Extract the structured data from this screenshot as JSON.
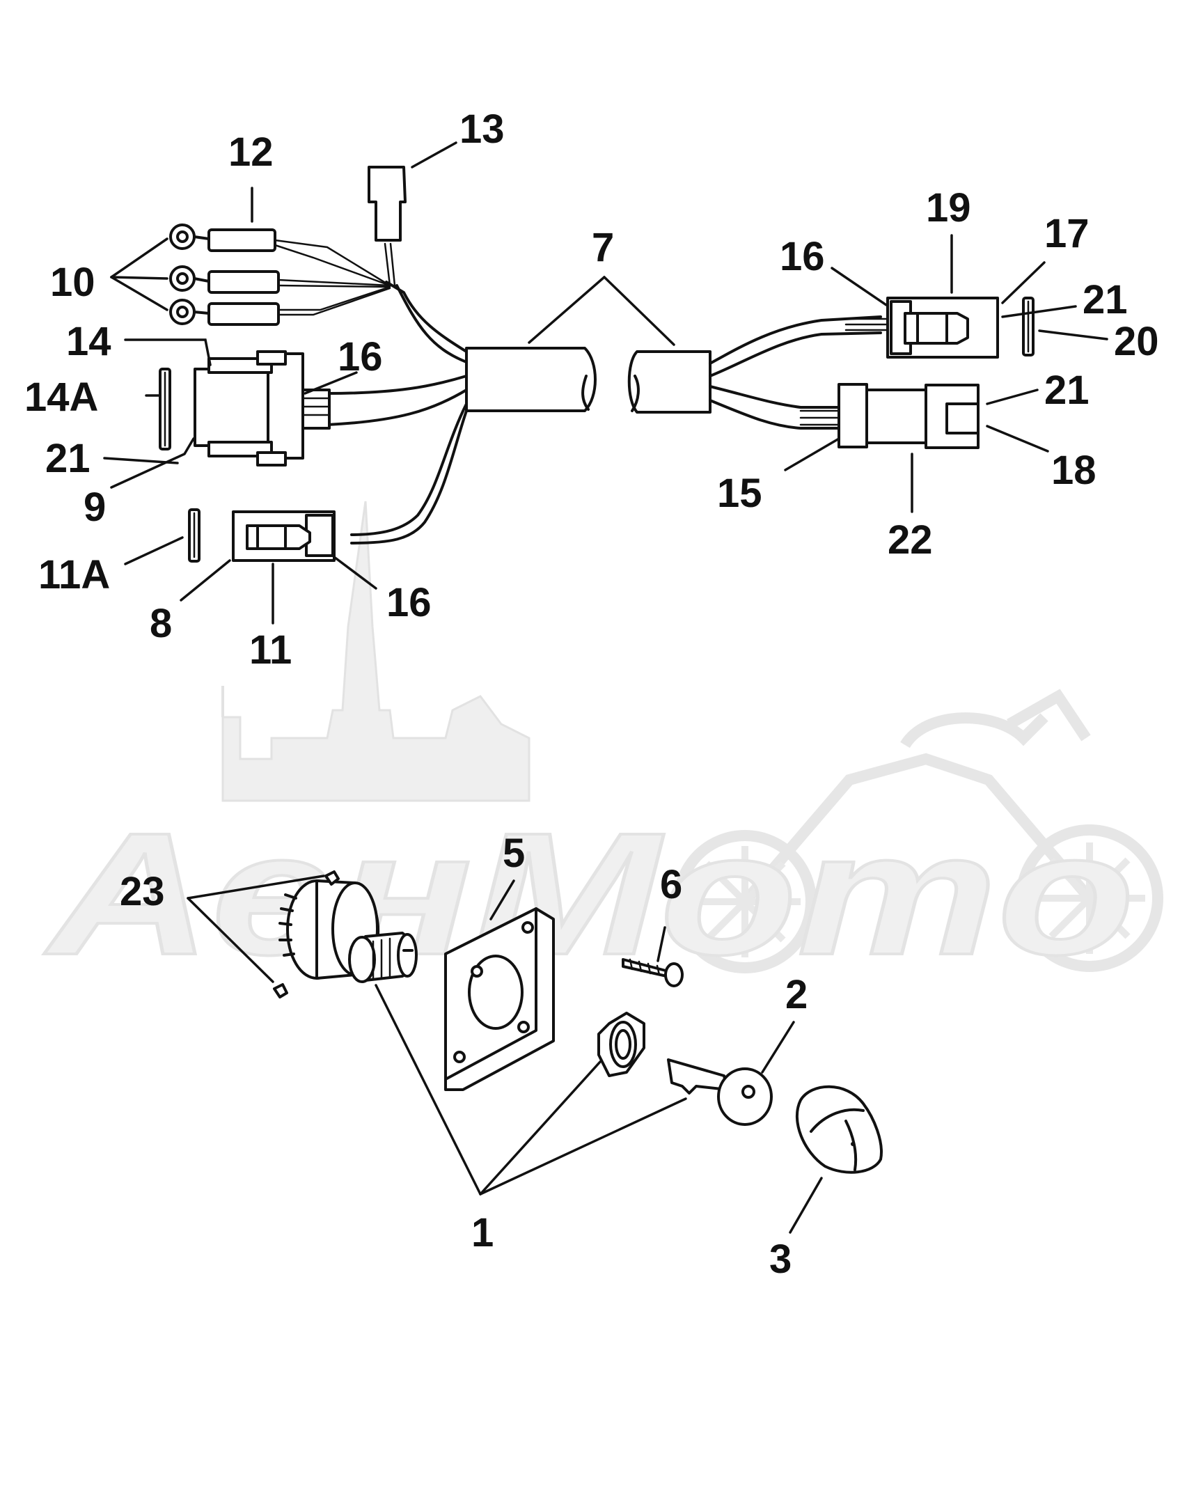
{
  "diagram": {
    "background": "#ffffff",
    "ink_color": "#111111",
    "watermark_color": "#e6e6e6"
  },
  "watermark": {
    "text": "AенMoтo"
  },
  "callouts": {
    "c1": "1",
    "c2": "2",
    "c3": "3",
    "c5": "5",
    "c6": "6",
    "c7": "7",
    "c8": "8",
    "c9": "9",
    "c10": "10",
    "c11": "11",
    "c11a": "11A",
    "c12": "12",
    "c13": "13",
    "c14": "14",
    "c14a": "14A",
    "c15": "15",
    "c16a": "16",
    "c16b": "16",
    "c16c": "16",
    "c17": "17",
    "c18": "18",
    "c19": "19",
    "c20": "20",
    "c21a": "21",
    "c21b": "21",
    "c21c": "21",
    "c22": "22",
    "c23": "23"
  }
}
